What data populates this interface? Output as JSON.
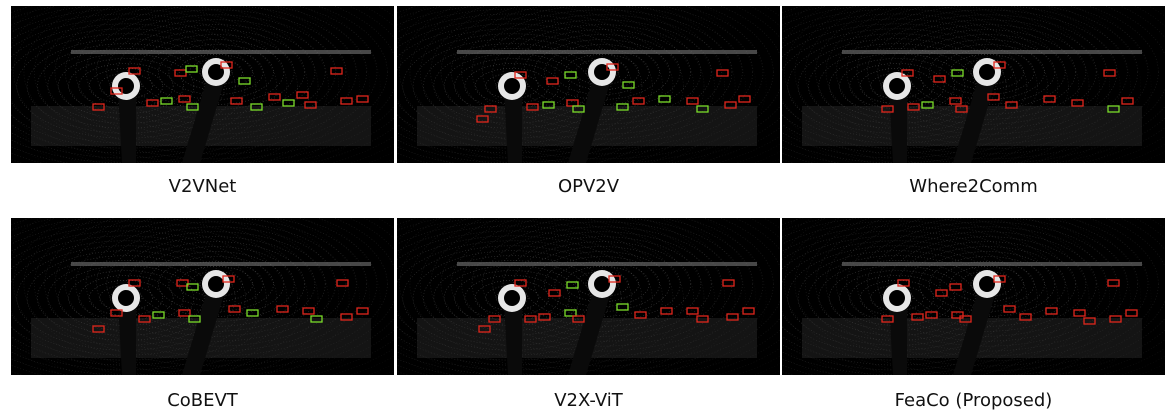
{
  "captions": [
    "V2VNet",
    "OPV2V",
    "Where2Comm",
    "CoBEVT",
    "V2X-ViT",
    "FeaCo (Proposed)"
  ],
  "colors": {
    "background": "#000000",
    "prediction_box": "#e0261c",
    "ground_truth_box": "#7bdc2a",
    "point_cloud": "#d9d9d9"
  },
  "icons": [
    "lidar-point-cloud-image",
    "bounding-box-overlay"
  ]
}
